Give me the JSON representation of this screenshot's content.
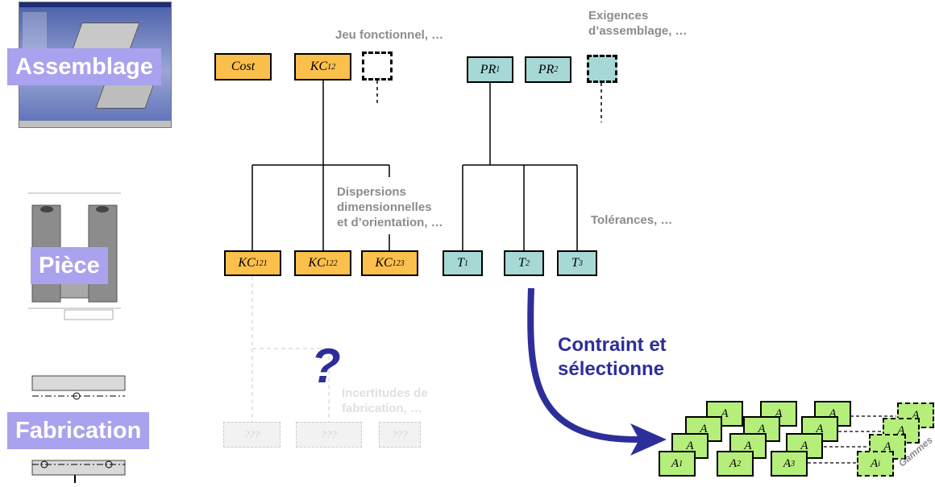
{
  "levels": {
    "assemblage": "Assemblage",
    "piece": "Pièce",
    "fabrication": "Fabrication"
  },
  "notes": {
    "jeu": "Jeu fonctionnel, …",
    "exigences_1": "Exigences",
    "exigences_2": "d’assemblage, …",
    "dispersions_1": "Dispersions",
    "dispersions_2": "dimensionnelles",
    "dispersions_3": "et d’orientation, …",
    "tolerances": "Tolérances, …",
    "incertitudes_1": "Incertitudes de",
    "incertitudes_2": "fabrication, …",
    "question": "?",
    "contraint_1": "Contraint et",
    "contraint_2": "sélectionne",
    "gammes": "Gammes"
  },
  "assembly_nodes": {
    "cost": "Cost",
    "kc12": {
      "base": "KC",
      "sub": "12"
    },
    "pr1": {
      "base": "PR",
      "sub": "1"
    },
    "pr2": {
      "base": "PR",
      "sub": "2"
    }
  },
  "part_nodes": {
    "kc121": {
      "base": "KC",
      "sub": "121"
    },
    "kc122": {
      "base": "KC",
      "sub": "122"
    },
    "kc123": {
      "base": "KC",
      "sub": "123"
    },
    "t1": {
      "base": "T",
      "sub": "1"
    },
    "t2": {
      "base": "T",
      "sub": "2"
    },
    "t3": {
      "base": "T",
      "sub": "3"
    }
  },
  "fab_nodes": [
    "???",
    "???",
    "???"
  ],
  "gammes": {
    "front": [
      {
        "base": "A",
        "sub": "1"
      },
      {
        "base": "A",
        "sub": "2"
      },
      {
        "base": "A",
        "sub": "3"
      },
      {
        "base": "A",
        "sub": "i"
      }
    ],
    "back": {
      "base": "A",
      "sub": ""
    }
  },
  "colors": {
    "orange": "#fbbf4b",
    "blue": "#a6d9d6",
    "green": "#b5ee7a",
    "label_bg": "#a9a2ee",
    "arrow": "#2e2e9a"
  }
}
